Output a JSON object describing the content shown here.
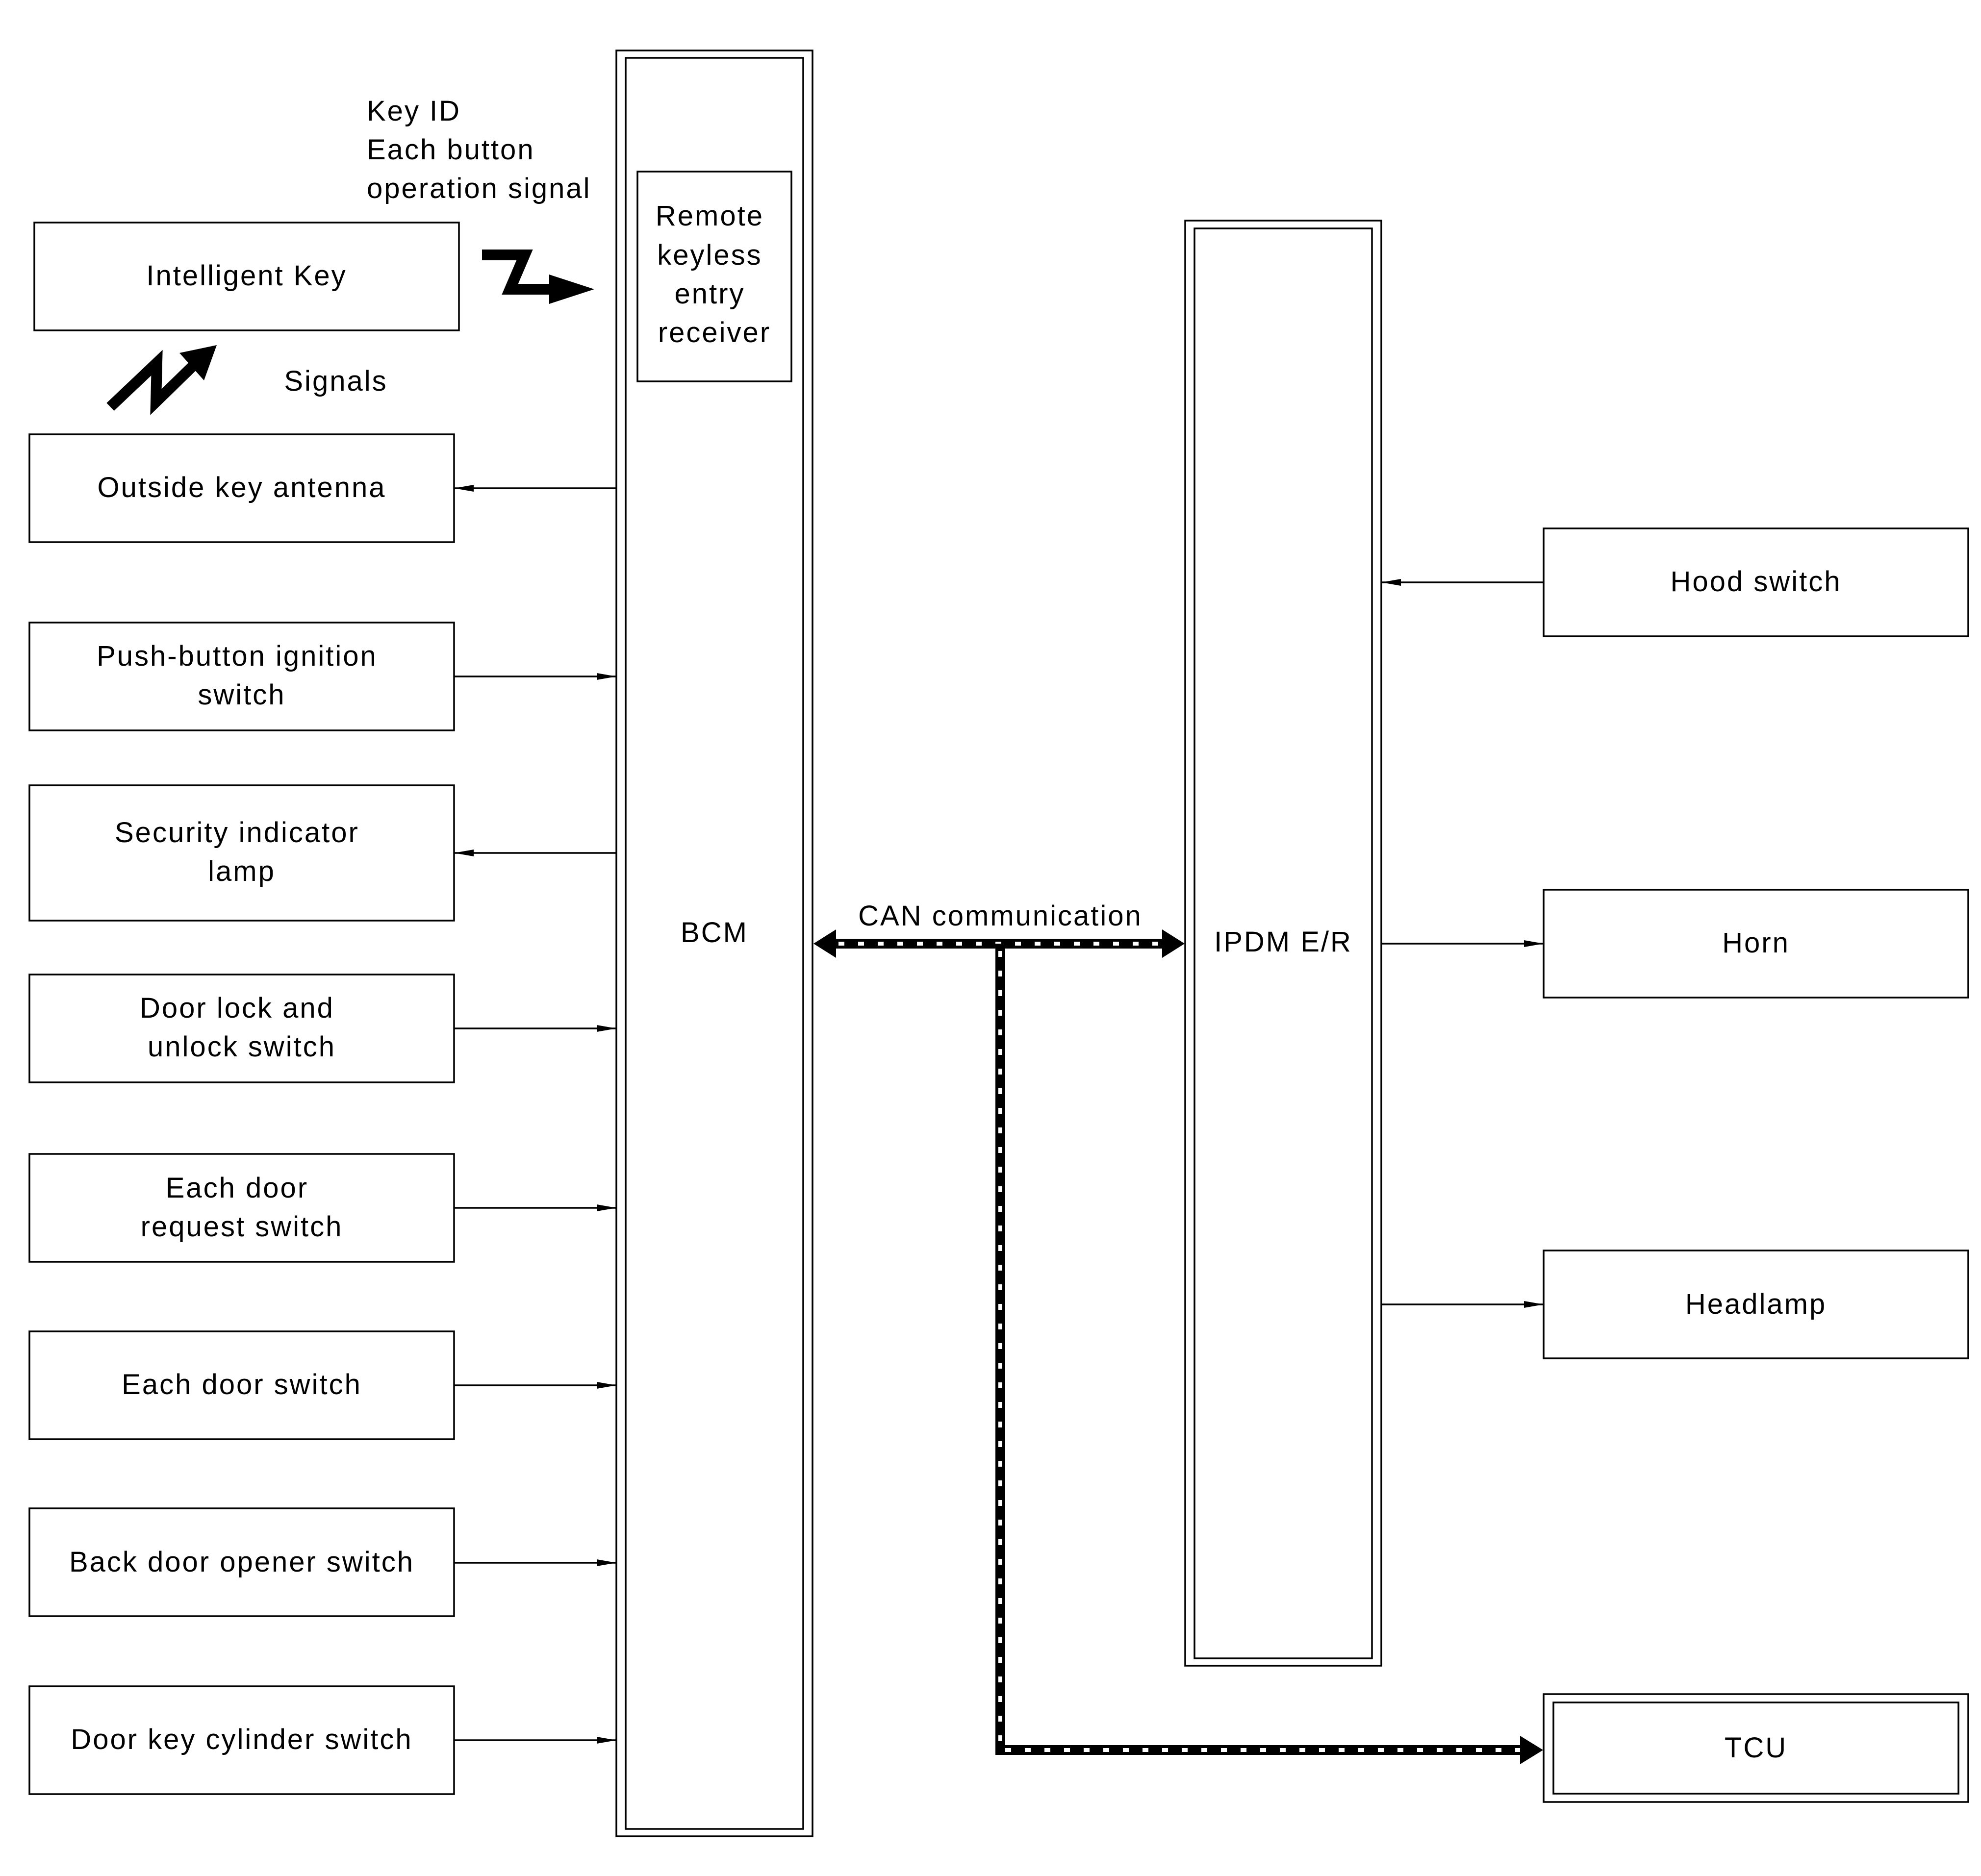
{
  "modules": {
    "bcm": "BCM",
    "receiver": [
      "Remote",
      "keyless",
      "entry",
      "receiver"
    ],
    "ipdm": "IPDM E/R",
    "tcu": "TCU"
  },
  "key_signal_label": [
    "Key ID",
    "Each button",
    "operation signal"
  ],
  "signals_label": "Signals",
  "can_label": "CAN communication",
  "left_components": {
    "intelligent_key": [
      "Intelligent Key"
    ],
    "outside_key_antenna": [
      "Outside key antenna"
    ],
    "push_button_ignition": [
      "Push-button ignition",
      "switch"
    ],
    "security_indicator": [
      "Security indicator",
      "lamp"
    ],
    "door_lock_unlock": [
      "Door lock and",
      "unlock switch"
    ],
    "each_door_request": [
      "Each door",
      "request switch"
    ],
    "each_door_switch": [
      "Each door switch"
    ],
    "back_door_opener": [
      "Back door opener switch"
    ],
    "door_key_cylinder": [
      "Door key cylinder switch"
    ]
  },
  "right_components": {
    "hood_switch": [
      "Hood switch"
    ],
    "horn": [
      "Horn"
    ],
    "headlamp": [
      "Headlamp"
    ]
  },
  "colors": {
    "line": "#000000",
    "background": "#ffffff"
  }
}
